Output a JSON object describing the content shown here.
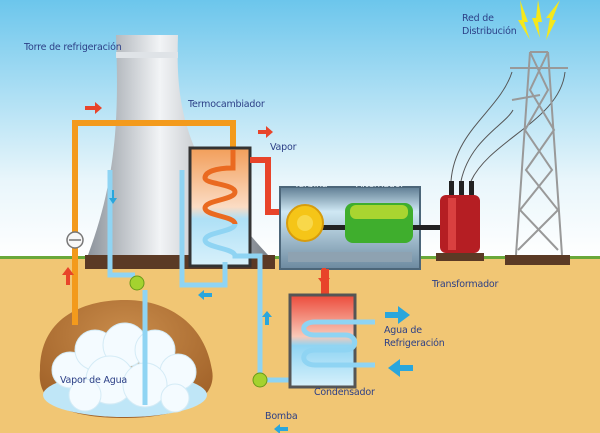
{
  "title": "Central geotérmica",
  "labels": {
    "cooling_tower": "Torre de refrigeración",
    "heat_exchanger": "Termocambiador",
    "vapor": "Vapor",
    "turbine": "Turbina",
    "alternator": "Alternador",
    "grid_line1": "Red de",
    "grid_line2": "Distribución",
    "transformer": "Transformador",
    "cooling_water_line1": "Agua de",
    "cooling_water_line2": "Refrigeración",
    "condenser": "Condensador",
    "pump": "Bomba",
    "water_vapor": "Vapor de Agua"
  },
  "colors": {
    "sky_top": "#6cc6ec",
    "ground": "#f1c674",
    "hot_pipe": "#f39a1c",
    "steam_pipe": "#e8442a",
    "cold_pipe": "#7dcbf0",
    "label": "#2c3f86"
  }
}
